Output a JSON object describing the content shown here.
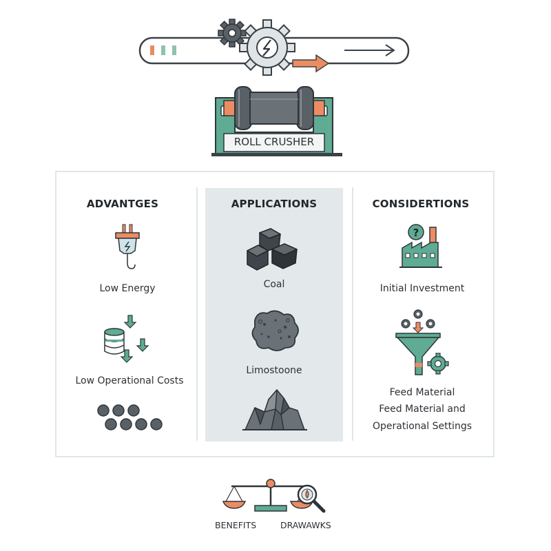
{
  "header": {
    "machine_label": "ROLL CRUSHER",
    "icons": [
      "progress-bar",
      "gear-icon",
      "lightning-icon",
      "arrow-right-icon",
      "roll-crusher-machine"
    ]
  },
  "columns": {
    "advantages": {
      "heading": "ADVANTGES",
      "items": [
        "Low Energy",
        "Low Operational Costs"
      ],
      "icons": [
        "plug-icon",
        "database-down-arrows-icon",
        "pebbles-icon"
      ]
    },
    "applications": {
      "heading": "APPLICATIONS",
      "items": [
        "Coal",
        "Limostoone"
      ],
      "icons": [
        "coal-cubes-icon",
        "limestone-rock-icon",
        "crushed-rock-icon"
      ]
    },
    "considerations": {
      "heading": "CONSIDERTIONS",
      "items": [
        "Initial Investment",
        "Feed Material",
        "Feed Material and",
        "Operational Settings"
      ],
      "icons": [
        "factory-question-icon",
        "funnel-gears-icon"
      ]
    }
  },
  "footer": {
    "benefits_label": "BENEFITS",
    "drawbacks_label": "DRAWAWKS",
    "icons": [
      "balance-scale-icon",
      "magnifier-icon"
    ]
  },
  "colors": {
    "accent_green": "#5fab93",
    "accent_orange": "#ec8c62",
    "dark_gray": "#4a5157",
    "panel_fill": "#e3e9ea"
  }
}
